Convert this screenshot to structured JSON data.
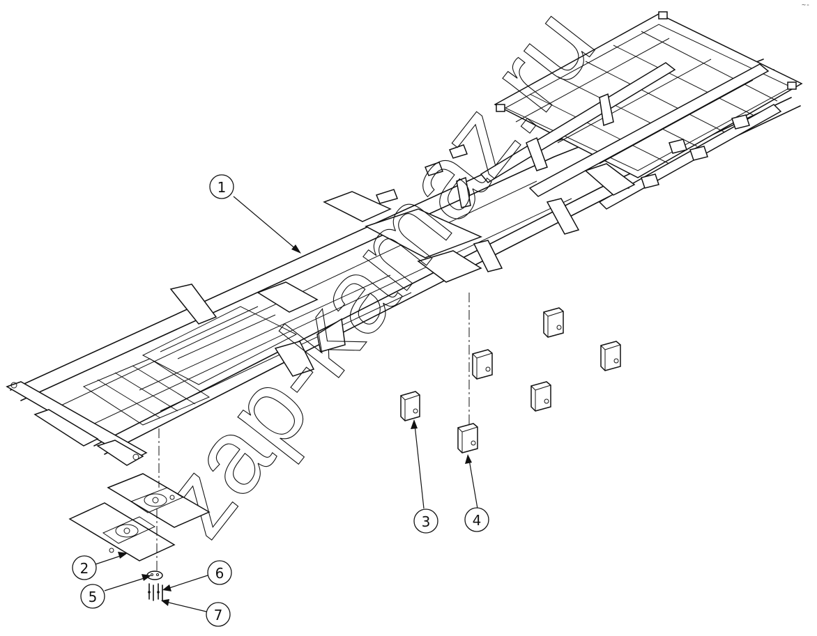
{
  "drawing": {
    "callouts": [
      {
        "label": "1"
      },
      {
        "label": "2"
      },
      {
        "label": "3"
      },
      {
        "label": "4"
      },
      {
        "label": "5"
      },
      {
        "label": "6"
      },
      {
        "label": "7"
      }
    ],
    "watermark": "zap-kamaz.ru",
    "corner_mark": "~-"
  }
}
